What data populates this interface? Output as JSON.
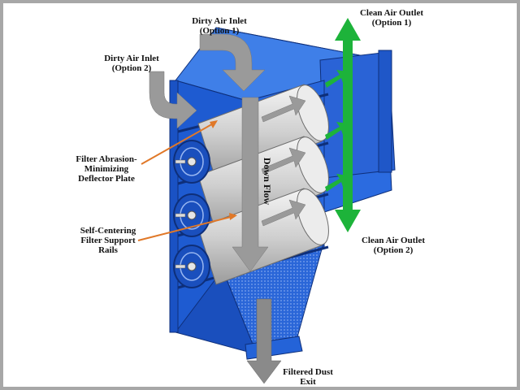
{
  "labels": {
    "dirty_inlet_1": [
      "Dirty Air Inlet",
      "(Option 1)"
    ],
    "dirty_inlet_2": [
      "Dirty Air Inlet",
      "(Option 2)"
    ],
    "clean_outlet_1": [
      "Clean Air Outlet",
      "(Option 1)"
    ],
    "clean_outlet_2": [
      "Clean Air Outlet",
      "(Option 2)"
    ],
    "deflector": [
      "Filter Abrasion-",
      "Minimizing",
      "Deflector Plate"
    ],
    "rails": [
      "Self-Centering",
      "Filter Support",
      "Rails"
    ],
    "dust_exit": [
      "Filtered Dust",
      "Exit"
    ],
    "down_flow": "Down Flow"
  },
  "colors": {
    "housing": "#1f5fd6",
    "housing_dark": "#123d9a",
    "housing_light": "#4a86f0",
    "filter": "#d9d9d9",
    "flow_arrow": "#8a8a8a",
    "clean_arrow": "#1db33a",
    "callout": "#e07828",
    "frame": "#a7a7a7"
  }
}
